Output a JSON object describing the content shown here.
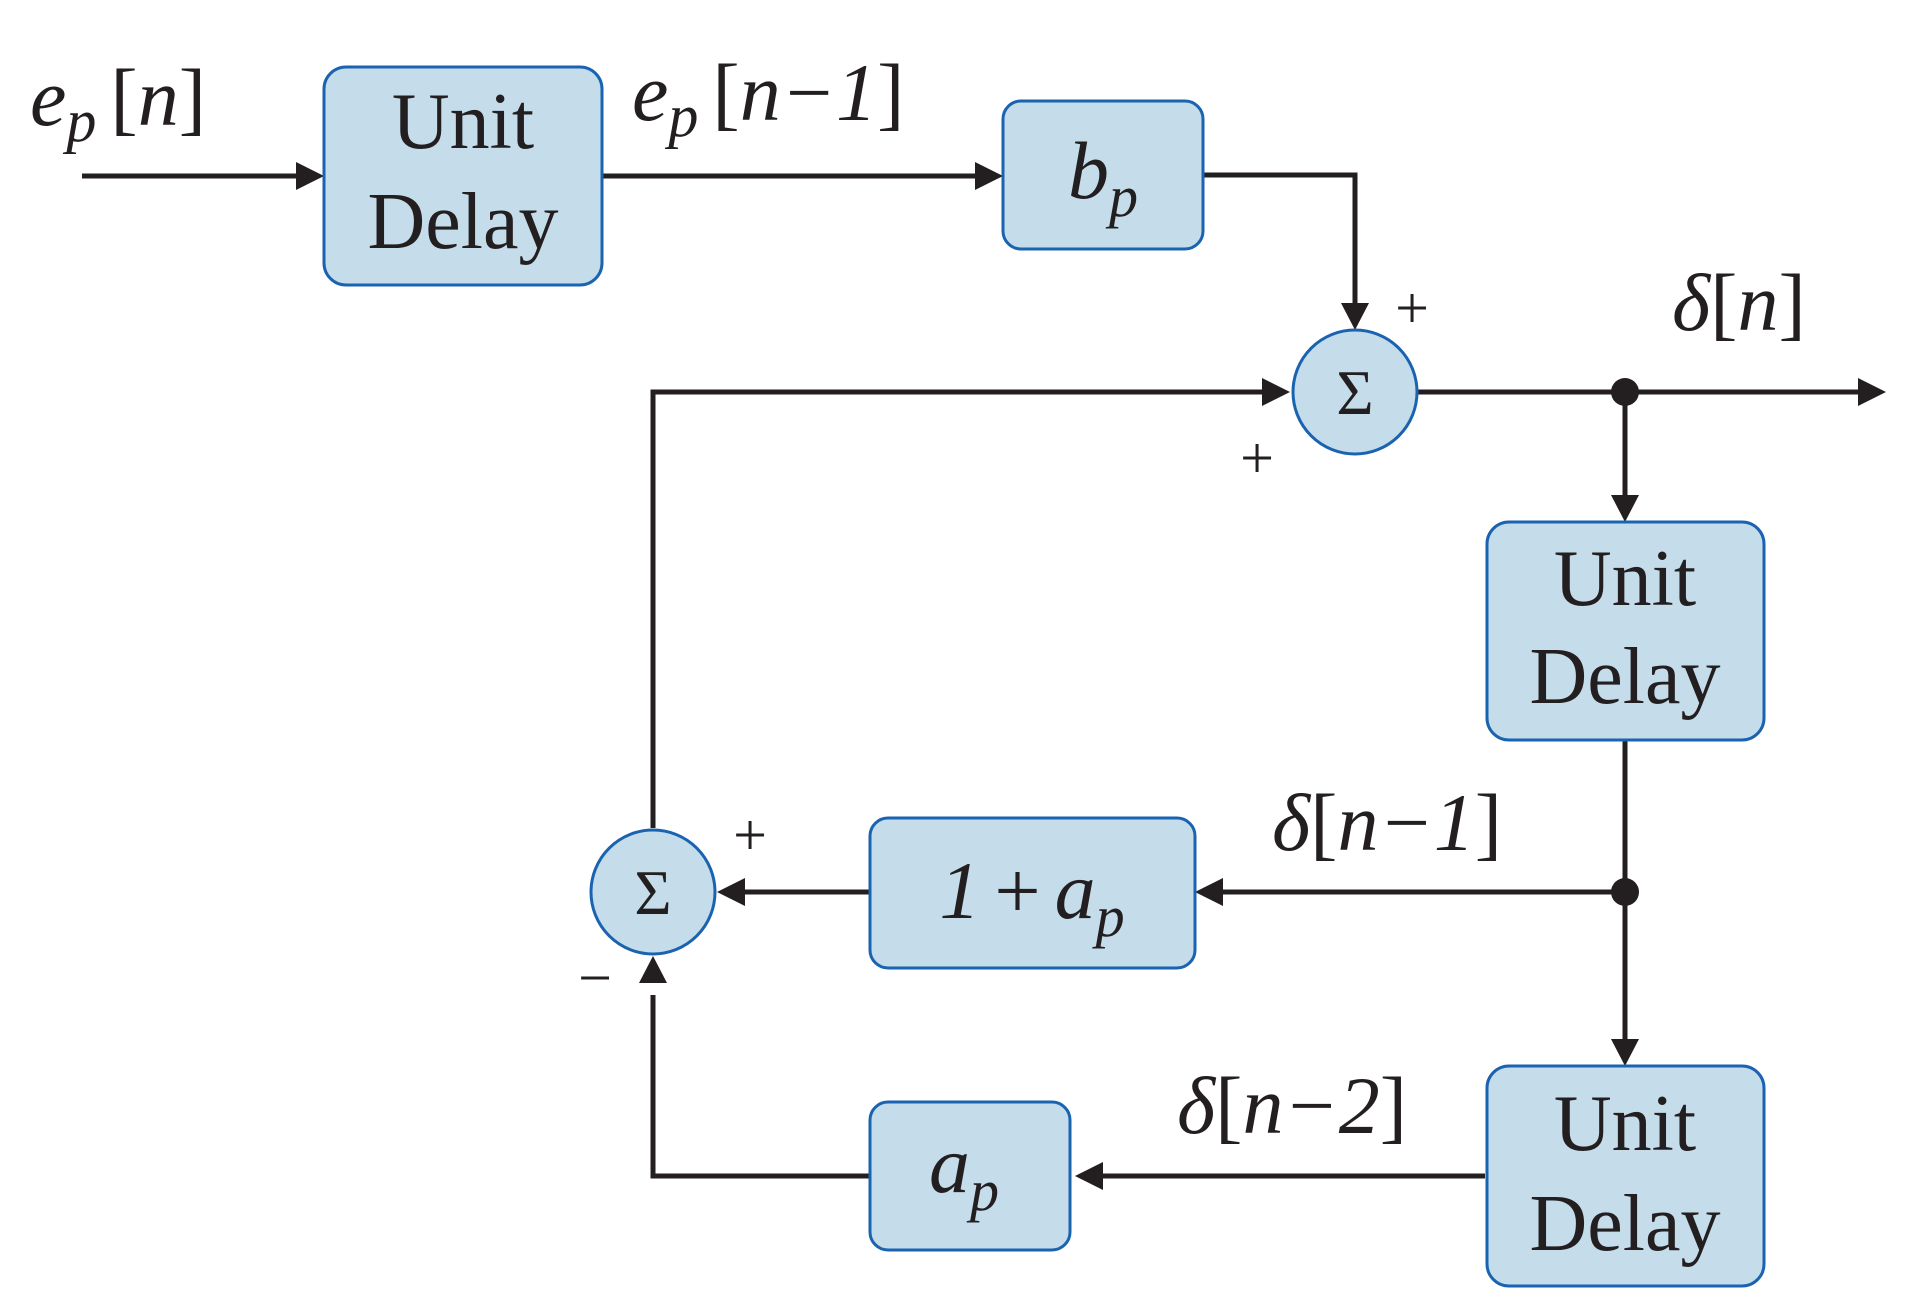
{
  "diagram": {
    "blocks": {
      "delay_top": {
        "line1": "Unit",
        "line2": "Delay"
      },
      "delay_mid": {
        "line1": "Unit",
        "line2": "Delay"
      },
      "delay_bottom": {
        "line1": "Unit",
        "line2": "Delay"
      },
      "bp": {
        "base": "b",
        "sub": "p"
      },
      "one_plus_ap": {
        "one": "1",
        "plus": "+",
        "base": "a",
        "sub": "p"
      },
      "ap": {
        "base": "a",
        "sub": "p"
      }
    },
    "sums": {
      "top": {
        "symbol": "Σ",
        "sign_top": "+",
        "sign_left": "+"
      },
      "bottom": {
        "symbol": "Σ",
        "sign_top": "+",
        "sign_bottom": "−"
      }
    },
    "signals": {
      "input": {
        "base": "e",
        "sub": "p",
        "open": "[",
        "arg": "n",
        "close": "]"
      },
      "delayed_input": {
        "base": "e",
        "sub": "p",
        "open": "[",
        "arg": "n−1",
        "close": "]"
      },
      "output": {
        "sym": "δ",
        "open": "[",
        "arg": "n",
        "close": "]"
      },
      "output_d1": {
        "sym": "δ",
        "open": "[",
        "arg": "n−1",
        "close": "]"
      },
      "output_d2": {
        "sym": "δ",
        "open": "[",
        "arg": "n−2",
        "close": "]"
      }
    },
    "colors": {
      "block_fill": "#c5dcea",
      "block_stroke": "#1a63b0",
      "wire": "#231f20"
    }
  }
}
